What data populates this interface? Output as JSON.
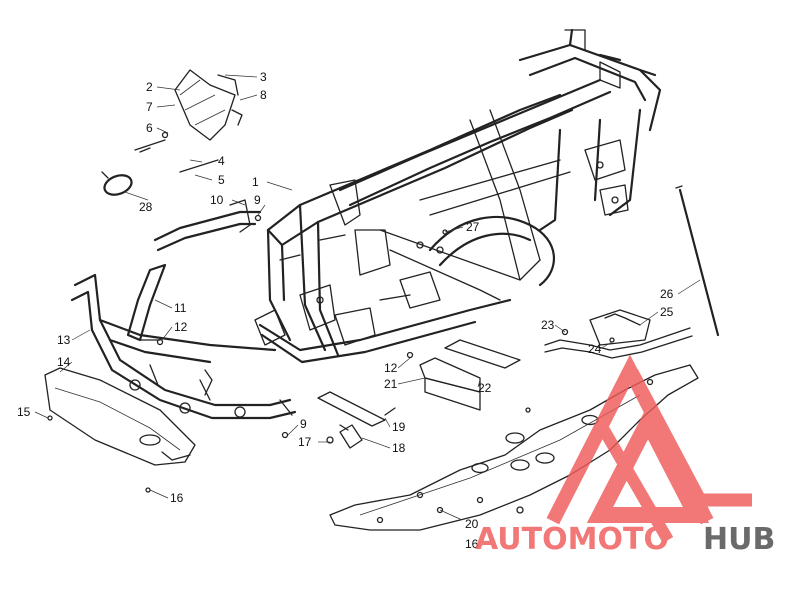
{
  "callouts": [
    {
      "id": "c1",
      "text": "1"
    },
    {
      "id": "c2",
      "text": "2"
    },
    {
      "id": "c3",
      "text": "3"
    },
    {
      "id": "c4",
      "text": "4"
    },
    {
      "id": "c5",
      "text": "5"
    },
    {
      "id": "c6",
      "text": "6"
    },
    {
      "id": "c7",
      "text": "7"
    },
    {
      "id": "c8",
      "text": "8"
    },
    {
      "id": "c9a",
      "text": "9"
    },
    {
      "id": "c9b",
      "text": "9"
    },
    {
      "id": "c10",
      "text": "10"
    },
    {
      "id": "c11",
      "text": "11"
    },
    {
      "id": "c12a",
      "text": "12"
    },
    {
      "id": "c12b",
      "text": "12"
    },
    {
      "id": "c13",
      "text": "13"
    },
    {
      "id": "c14",
      "text": "14"
    },
    {
      "id": "c15",
      "text": "15"
    },
    {
      "id": "c16a",
      "text": "16"
    },
    {
      "id": "c16b",
      "text": "16"
    },
    {
      "id": "c17",
      "text": "17"
    },
    {
      "id": "c18",
      "text": "18"
    },
    {
      "id": "c19",
      "text": "19"
    },
    {
      "id": "c20",
      "text": "20"
    },
    {
      "id": "c21",
      "text": "21"
    },
    {
      "id": "c22",
      "text": "22"
    },
    {
      "id": "c23",
      "text": "23"
    },
    {
      "id": "c24",
      "text": "24"
    },
    {
      "id": "c25",
      "text": "25"
    },
    {
      "id": "c26",
      "text": "26"
    },
    {
      "id": "c27",
      "text": "27"
    },
    {
      "id": "c28",
      "text": "28"
    }
  ],
  "watermark": {
    "part1": "AUTOMOTO",
    "part2": "HUB",
    "color_primary": "#f05a5a",
    "color_secondary": "#4a4a4a"
  }
}
